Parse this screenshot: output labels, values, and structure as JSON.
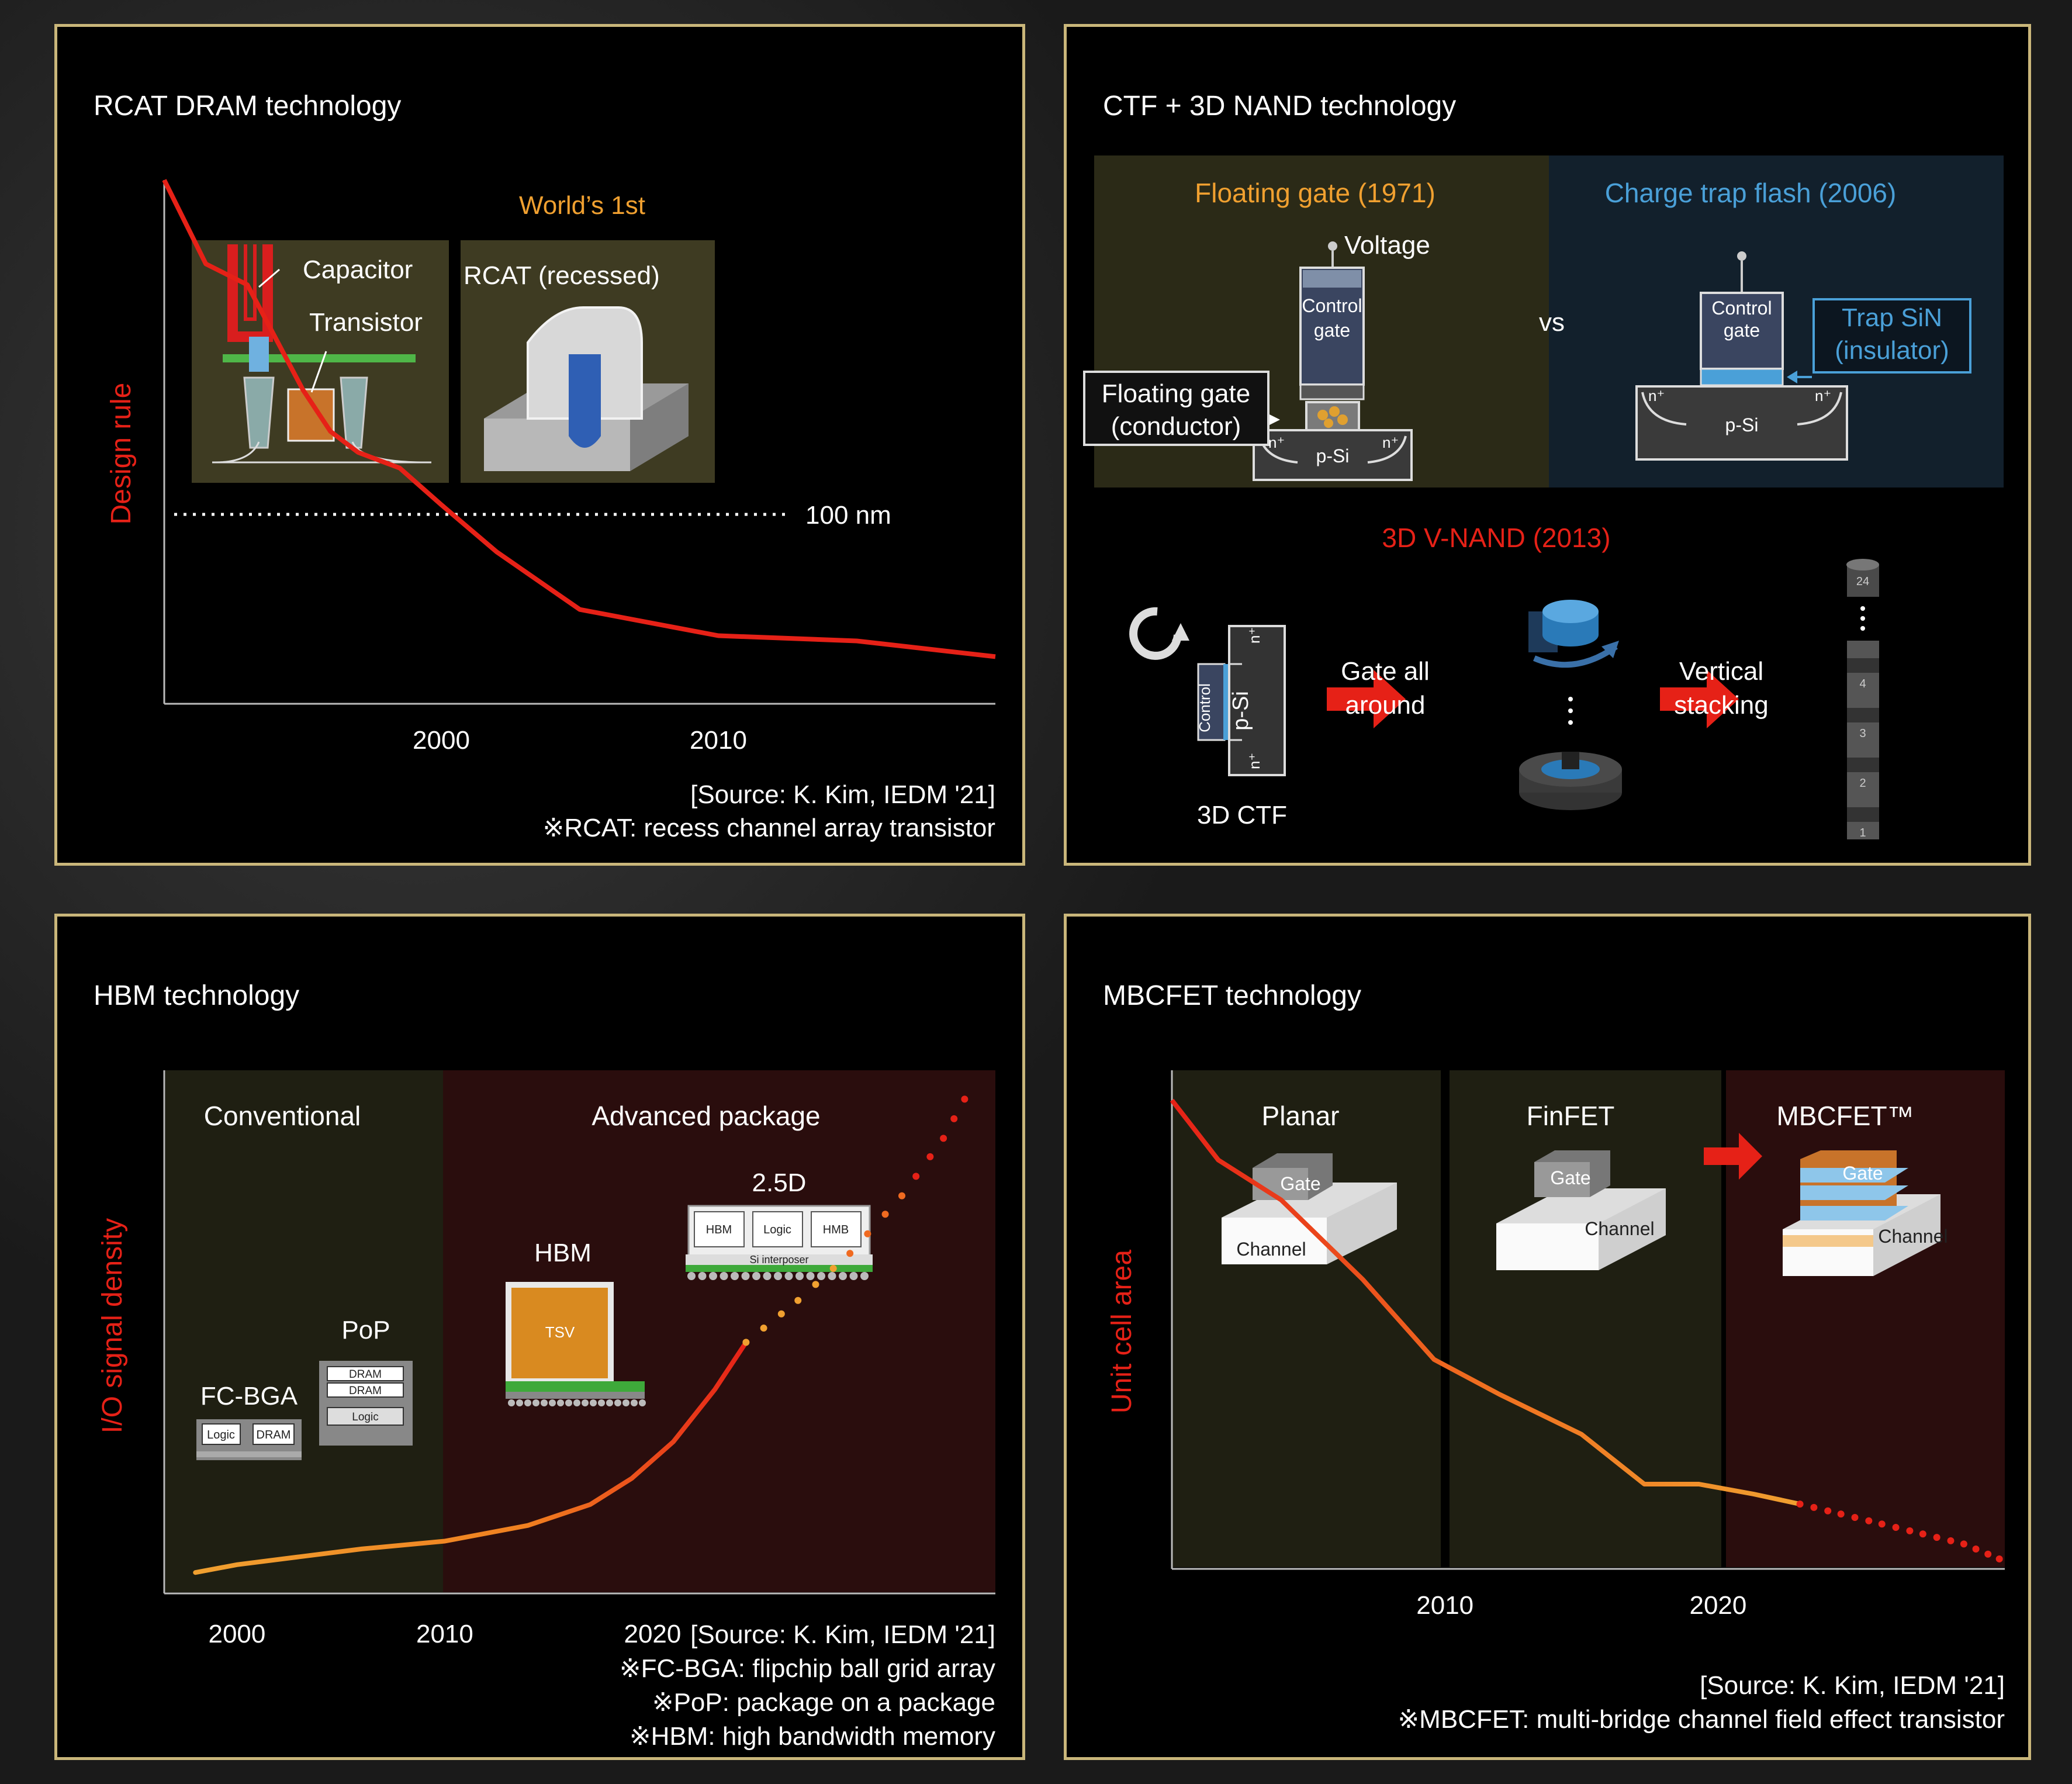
{
  "panels": {
    "rcat": {
      "title": "RCAT DRAM technology",
      "ylabel": "Design rule",
      "worlds_first": "World’s 1st",
      "label_capacitor": "Capacitor",
      "label_transistor": "Transistor",
      "label_rcat": "RCAT (recessed)",
      "ref_line_label": "100 nm",
      "source": "[Source: K. Kim, IEDM '21]",
      "note": "※RCAT: recess channel array transistor"
    },
    "nand": {
      "title": "CTF + 3D NAND technology",
      "floating_gate_title": "Floating gate (1971)",
      "ctf_title": "Charge trap flash (2006)",
      "voltage": "Voltage",
      "control_gate_1": "Control",
      "control_gate_2": "gate",
      "floating_gate_label_1": "Floating gate",
      "floating_gate_label_2": "(conductor)",
      "nplus": "n⁺",
      "psi": "p-Si",
      "vs": "vs",
      "trap_sin_1": "Trap SiN",
      "trap_sin_2": "(insulator)",
      "vnand_title": "3D V-NAND (2013)",
      "gate_all_around_1": "Gate all",
      "gate_all_around_2": "around",
      "vertical_stacking_1": "Vertical",
      "vertical_stacking_2": "stacking",
      "ctf3d": "3D CTF",
      "stack_numbers": [
        "24",
        "4",
        "3",
        "2",
        "1"
      ]
    },
    "hbm": {
      "title": "HBM technology",
      "ylabel": "I/O signal density",
      "region_conventional": "Conventional",
      "region_advanced": "Advanced package",
      "label_fcbga": "FC-BGA",
      "label_pop": "PoP",
      "label_hbm": "HBM",
      "label_25d": "2.5D",
      "chip_logic": "Logic",
      "chip_dram": "DRAM",
      "chip_hbm": "HBM",
      "chip_hmb": "HMB",
      "chip_tsv": "TSV",
      "si_interposer": "Si interposer",
      "source": "[Source: K. Kim, IEDM '21]",
      "note1": "※FC-BGA: flipchip ball grid array",
      "note2": "※PoP: package on a package",
      "note3": "※HBM: high bandwidth memory"
    },
    "mbcfet": {
      "title": "MBCFET technology",
      "ylabel": "Unit cell area",
      "region_planar": "Planar",
      "region_finfet": "FinFET",
      "region_mbcfet": "MBCFET™",
      "gate": "Gate",
      "channel": "Channel",
      "source": "[Source: K. Kim, IEDM '21]",
      "note": "※MBCFET: multi-bridge channel field effect transistor"
    }
  },
  "colors": {
    "border": "#c9b67a",
    "red": "#e62117",
    "orange": "#f0a030",
    "blue": "#4aa0d8"
  },
  "chart_data": [
    {
      "type": "line",
      "title": "RCAT DRAM technology",
      "ylabel": "Design rule",
      "x_ticks": [
        2000,
        2010
      ],
      "xlim": [
        1990,
        2020
      ],
      "reference_line": {
        "label": "100 nm"
      },
      "series": [
        {
          "x": [
            1990,
            1991.5,
            1993,
            1994,
            1995,
            1996,
            1997,
            1998.5,
            2000,
            2002,
            2005,
            2010,
            2015,
            2020
          ],
          "y": [
            1.0,
            0.84,
            0.8,
            0.7,
            0.6,
            0.52,
            0.48,
            0.45,
            0.38,
            0.29,
            0.18,
            0.13,
            0.12,
            0.09
          ]
        }
      ]
    },
    {
      "type": "line",
      "title": "HBM technology",
      "ylabel": "I/O signal density",
      "x_ticks": [
        2000,
        2010,
        2020
      ],
      "xlim": [
        1996.5,
        2036.5
      ],
      "series": [
        {
          "x": [
            1998,
            2000,
            2003,
            2006,
            2010,
            2014,
            2017,
            2019,
            2021,
            2023,
            2024.5
          ],
          "y": [
            0.04,
            0.055,
            0.07,
            0.085,
            0.1,
            0.13,
            0.17,
            0.22,
            0.29,
            0.39,
            0.48
          ]
        },
        {
          "x": [
            2024.5,
            2027,
            2029.5,
            2032,
            2034,
            2035.5
          ],
          "y": [
            0.48,
            0.56,
            0.65,
            0.76,
            0.87,
            0.98
          ]
        }
      ]
    },
    {
      "type": "line",
      "title": "MBCFET technology",
      "ylabel": "Unit cell area",
      "x_ticks": [
        2010,
        2020
      ],
      "xlim": [
        2000,
        2030.5
      ],
      "series": [
        {
          "x": [
            2000,
            2001.7,
            2004,
            2007,
            2009.6,
            2012,
            2015,
            2017.3,
            2019.3,
            2021.3,
            2023
          ],
          "y": [
            0.94,
            0.82,
            0.74,
            0.58,
            0.42,
            0.35,
            0.27,
            0.17,
            0.17,
            0.15,
            0.13
          ]
        },
        {
          "x": [
            2023,
            2024.5,
            2026,
            2027.5,
            2029,
            2030.3
          ],
          "y": [
            0.13,
            0.11,
            0.09,
            0.07,
            0.05,
            0.02
          ]
        }
      ]
    }
  ]
}
